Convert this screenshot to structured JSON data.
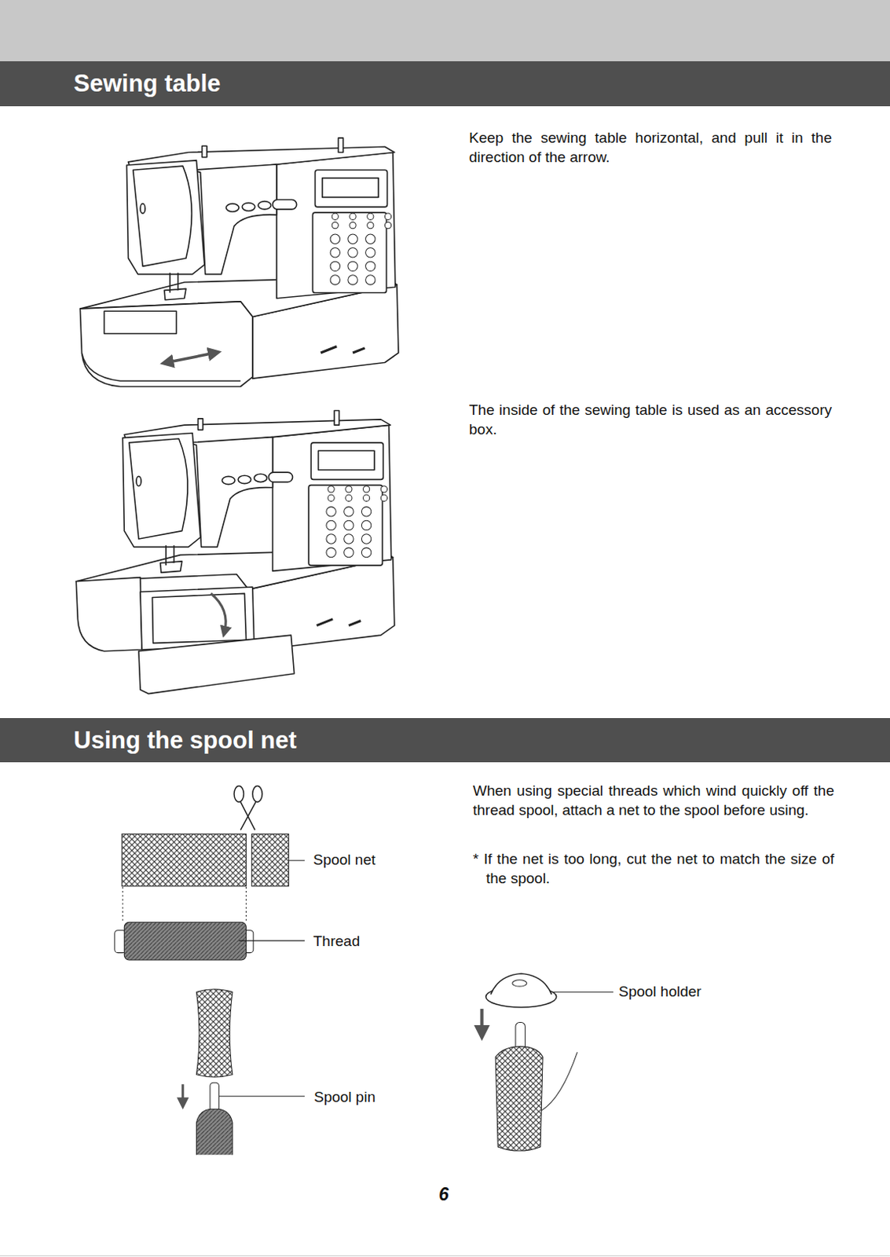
{
  "diagram": {
    "nodes": [
      {
        "text": [
          "Sewing table"
        ]
      },
      {
        "text": [
          "Using the spool net"
        ]
      }
    ],
    "labels": [
      "Keep the sewing table horizontal, and pull it in the direction of the arrow.",
      "The inside of the sewing table is used as an accessory box.",
      "When using special threads which wind quickly off the thread spool, attach a net to the spool before using.",
      "* If the net is too long, cut the net to match the size of the spool.",
      "Spool net",
      "Thread",
      "Spool pin",
      "Spool holder",
      "6"
    ]
  }
}
